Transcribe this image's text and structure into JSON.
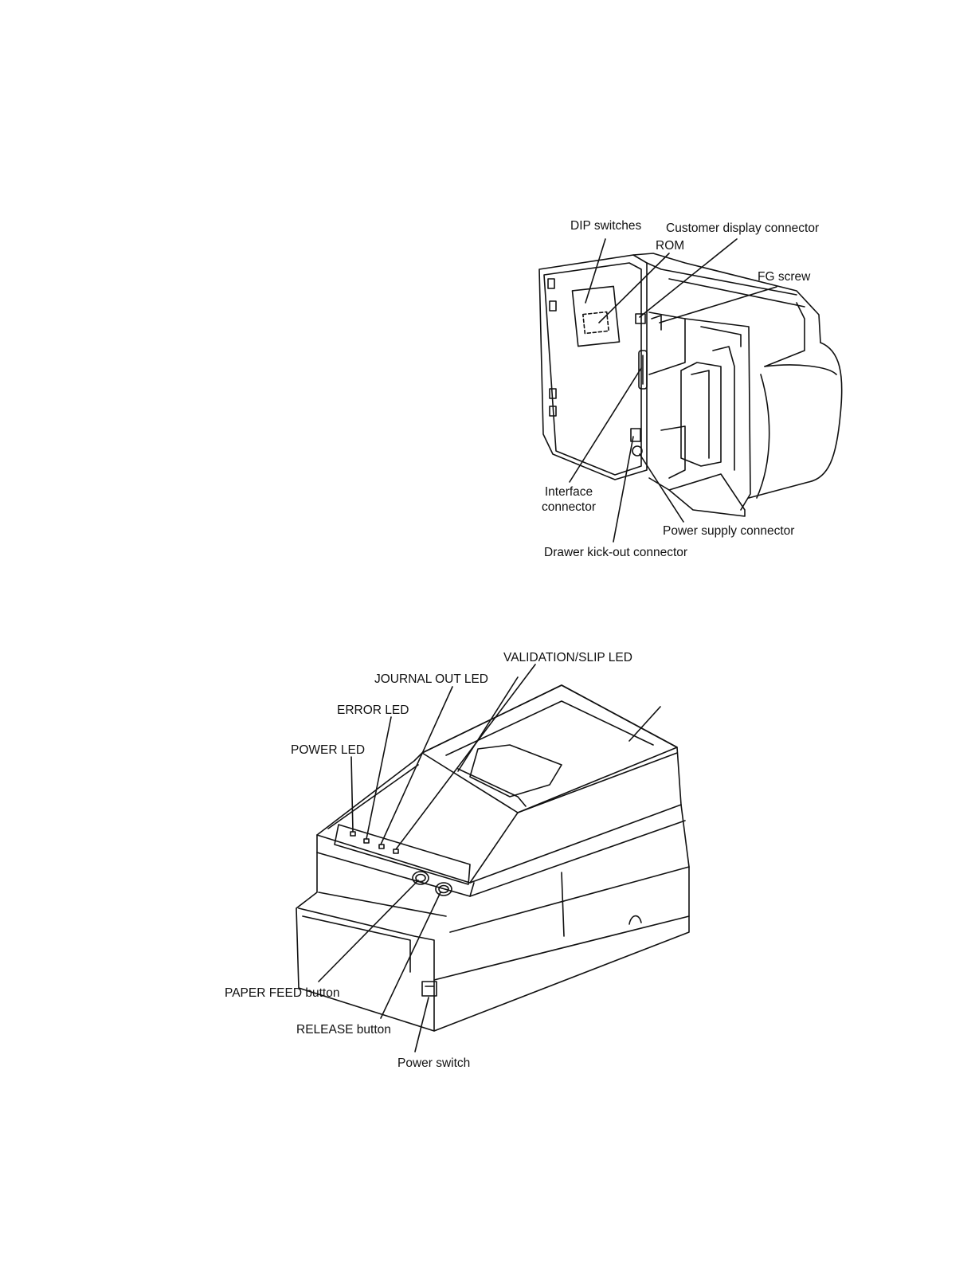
{
  "rear_view": {
    "labels": {
      "dip_switches": "DIP switches",
      "customer_display_connector": "Customer display connector",
      "rom": "ROM",
      "fg_screw": "FG screw",
      "interface_connector_line1": "Interface",
      "interface_connector_line2": "connector",
      "power_supply_connector": "Power supply connector",
      "drawer_kickout_connector": "Drawer kick-out connector"
    }
  },
  "front_view": {
    "labels": {
      "validation_slip_led": "VALIDATION/SLIP LED",
      "journal_out_led": "JOURNAL OUT LED",
      "error_led": "ERROR LED",
      "power_led": "POWER LED",
      "paper_feed_button": "PAPER FEED button",
      "release_button": "RELEASE button",
      "power_switch": "Power switch"
    }
  },
  "colors": {
    "line": "#111111",
    "background": "#ffffff"
  },
  "icons": [
    "printer-rear-illustration",
    "printer-front-illustration"
  ]
}
